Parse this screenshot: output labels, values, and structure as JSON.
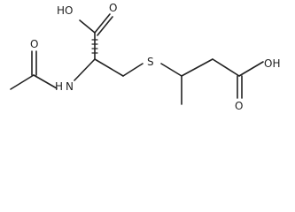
{
  "molecule": {
    "atom_labels": {
      "oh_top": "HO",
      "o_top": "O",
      "o_acetyl": "O",
      "nh": "H",
      "nh_n": "N",
      "s": "S",
      "oh_right": "OH",
      "o_right": "O"
    },
    "colors": {
      "ink": "#222222",
      "background": "#ffffff"
    }
  }
}
